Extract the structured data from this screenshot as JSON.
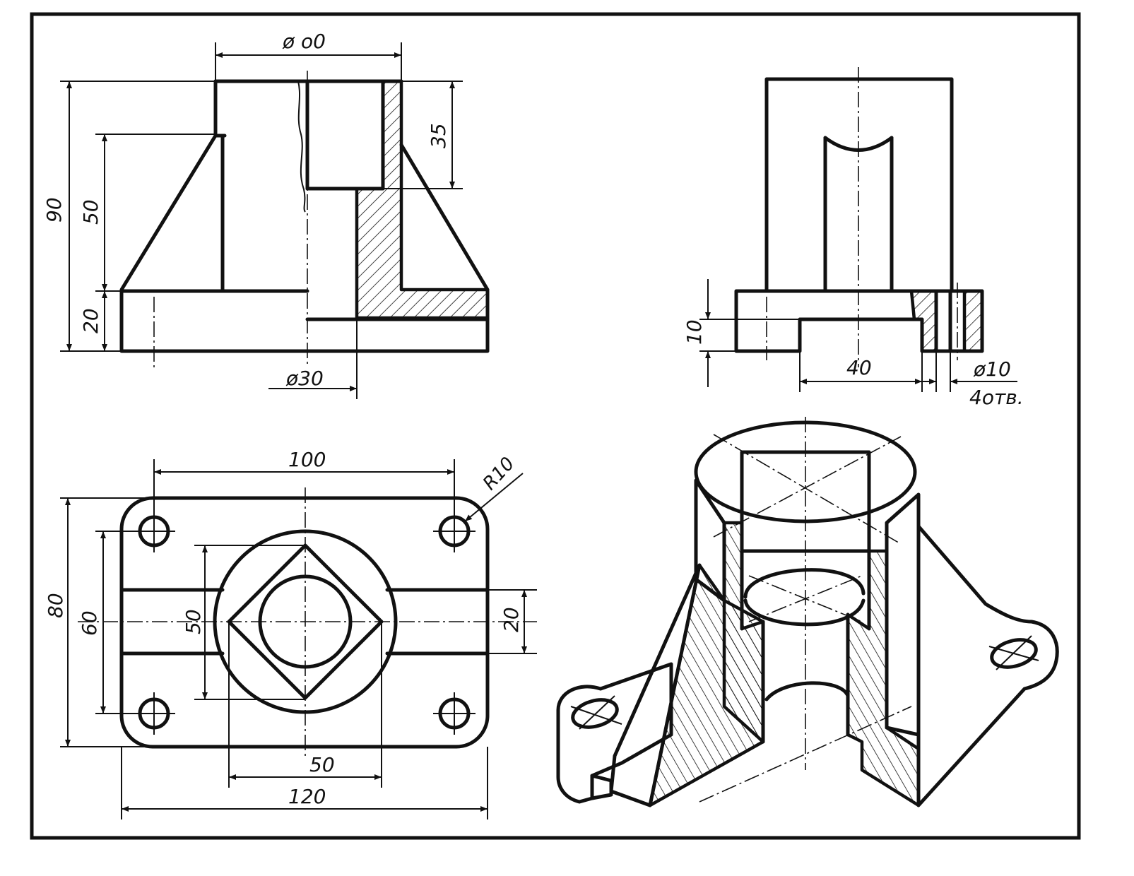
{
  "dimensions": {
    "front": {
      "top_diameter": "ø o0",
      "height_total": "90",
      "height_upper": "50",
      "height_flange": "20",
      "bore_depth": "35",
      "bore_diameter": "ø30"
    },
    "side": {
      "flange_thickness": "10",
      "slot_width": "40",
      "hole_diameter": "ø10",
      "hole_count": "4отв."
    },
    "top": {
      "hole_spacing_x": "100",
      "corner_radius": "R10",
      "overall_depth": "80",
      "hole_spacing_y": "60",
      "square_size_v": "50",
      "rib_width": "20",
      "square_size_h": "50",
      "overall_width": "120"
    }
  }
}
